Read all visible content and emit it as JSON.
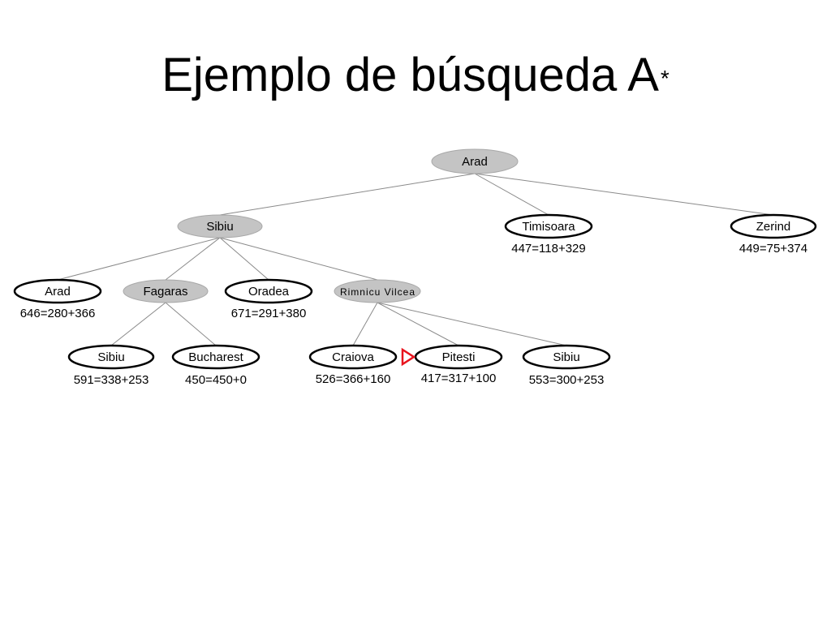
{
  "slide": {
    "title": "Ejemplo de búsqueda A",
    "title_sup": "*"
  },
  "colors": {
    "expanded_fill": "#c4c4c4",
    "frontier_fill": "#ffffff",
    "edge": "#8a8a8a",
    "marker": "#e8141e"
  },
  "tree": {
    "nodes": [
      {
        "id": "arad-root",
        "label": "Arad",
        "expanded": true,
        "f": ""
      },
      {
        "id": "sibiu",
        "label": "Sibiu",
        "expanded": true,
        "f": ""
      },
      {
        "id": "timisoara",
        "label": "Timisoara",
        "expanded": false,
        "f": "447=118+329"
      },
      {
        "id": "zerind",
        "label": "Zerind",
        "expanded": false,
        "f": "449=75+374"
      },
      {
        "id": "arad-2",
        "label": "Arad",
        "expanded": false,
        "f": "646=280+366"
      },
      {
        "id": "fagaras",
        "label": "Fagaras",
        "expanded": true,
        "f": ""
      },
      {
        "id": "oradea",
        "label": "Oradea",
        "expanded": false,
        "f": "671=291+380"
      },
      {
        "id": "rimnicu-vilcea",
        "label": "Rimnicu Vilcea",
        "expanded": true,
        "f": ""
      },
      {
        "id": "sibiu-2",
        "label": "Sibiu",
        "expanded": false,
        "f": "591=338+253"
      },
      {
        "id": "bucharest",
        "label": "Bucharest",
        "expanded": false,
        "f": "450=450+0"
      },
      {
        "id": "craiova",
        "label": "Craiova",
        "expanded": false,
        "f": "526=366+160"
      },
      {
        "id": "pitesti",
        "label": "Pitesti",
        "expanded": false,
        "f": "417=317+100",
        "selected": true
      },
      {
        "id": "sibiu-3",
        "label": "Sibiu",
        "expanded": false,
        "f": "553=300+253"
      }
    ],
    "edges": [
      [
        "arad-root",
        "sibiu"
      ],
      [
        "arad-root",
        "timisoara"
      ],
      [
        "arad-root",
        "zerind"
      ],
      [
        "sibiu",
        "arad-2"
      ],
      [
        "sibiu",
        "fagaras"
      ],
      [
        "sibiu",
        "oradea"
      ],
      [
        "sibiu",
        "rimnicu-vilcea"
      ],
      [
        "fagaras",
        "sibiu-2"
      ],
      [
        "fagaras",
        "bucharest"
      ],
      [
        "rimnicu-vilcea",
        "craiova"
      ],
      [
        "rimnicu-vilcea",
        "pitesti"
      ],
      [
        "rimnicu-vilcea",
        "sibiu-3"
      ]
    ]
  }
}
